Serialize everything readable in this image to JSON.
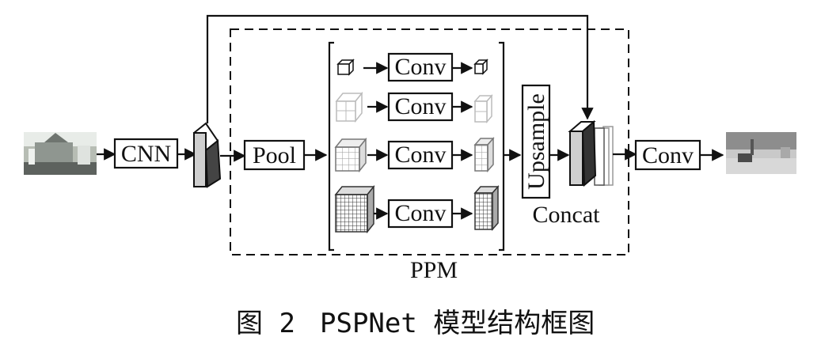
{
  "diagram": {
    "nodes": {
      "cnn": "CNN",
      "pool": "Pool",
      "conv_1": "Conv",
      "conv_2": "Conv",
      "conv_3": "Conv",
      "conv_4": "Conv",
      "upsample": "Upsample",
      "concat": "Concat",
      "conv_out": "Conv"
    },
    "group_label": "PPM",
    "pyramid_bins": [
      1,
      2,
      3,
      6
    ],
    "colors": {
      "ink": "#111111",
      "faded": "#bbbbbb",
      "feature_face": "#cfcfcf"
    }
  },
  "caption": {
    "figure_number": "图 2",
    "title": "PSPNet 模型结构框图"
  }
}
